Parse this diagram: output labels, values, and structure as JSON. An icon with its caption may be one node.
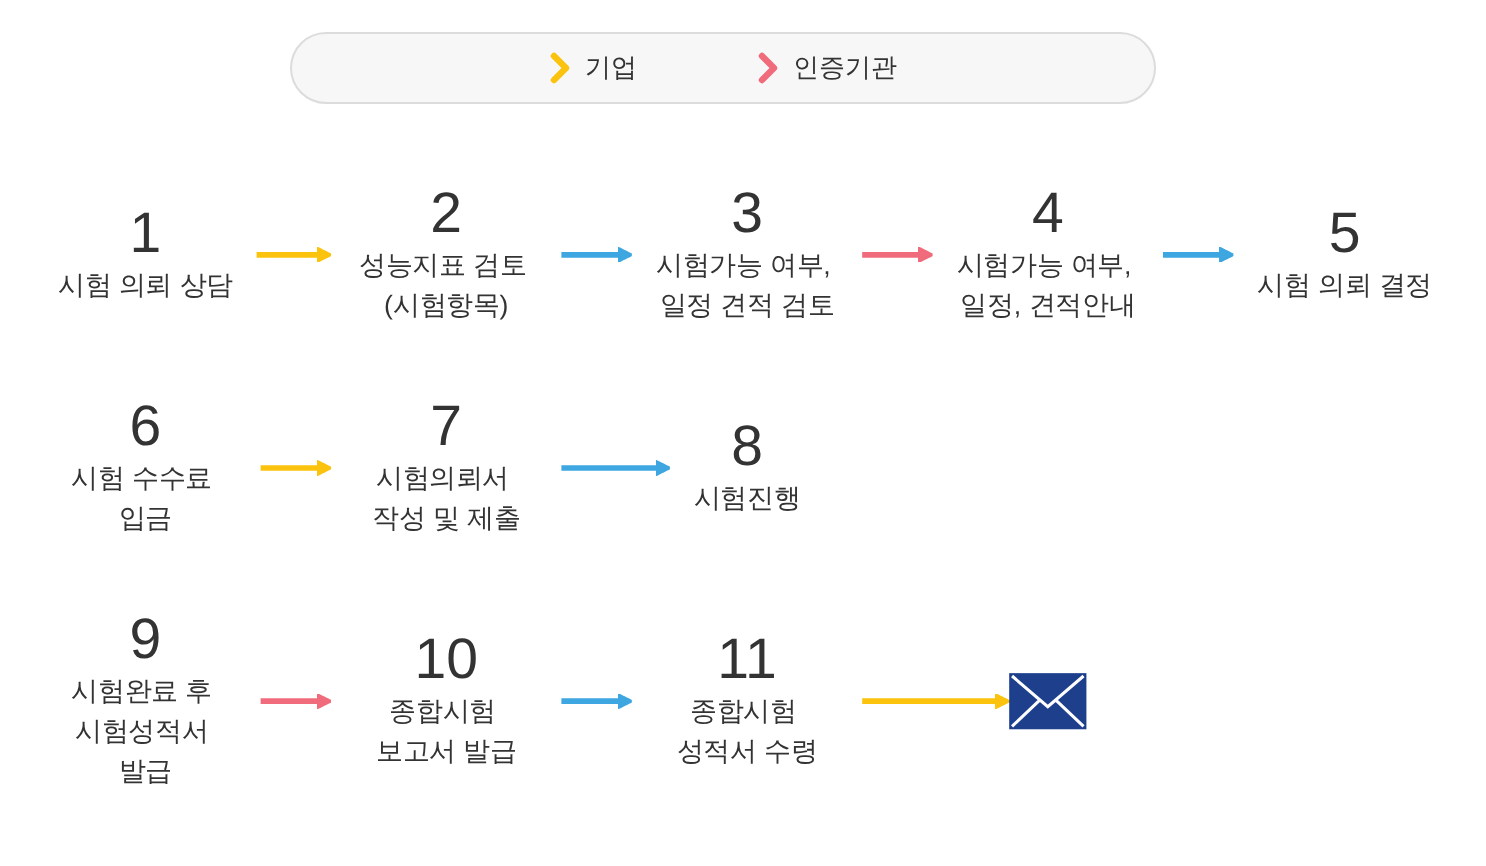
{
  "diagram": {
    "nodes": [
      {
        "text": [
          "1",
          "시험 의뢰 상담"
        ]
      },
      {
        "text": [
          "2",
          "성능지표 검토 (시험항목)"
        ]
      },
      {
        "text": [
          "3",
          "시험가능 여부, 일정 견적 검토"
        ]
      },
      {
        "text": [
          "4",
          "시험가능 여부, 일정, 견적안내"
        ]
      },
      {
        "text": [
          "5",
          "시험 의뢰 결정"
        ]
      },
      {
        "text": [
          "6",
          "시험 수수료 입금"
        ]
      },
      {
        "text": [
          "7",
          "시험의뢰서 작성 및 제출"
        ]
      },
      {
        "text": [
          "8",
          "시험진행"
        ]
      },
      {
        "text": [
          "9",
          "시험완료 후 시험성적서 발급"
        ]
      },
      {
        "text": [
          "10",
          "종합시험 보고서 발급"
        ]
      },
      {
        "text": [
          "11",
          "종합시험 성적서 수령"
        ]
      },
      {
        "text": [],
        "shape": "envelope"
      }
    ],
    "edges": [
      {
        "from": 0,
        "to": 1,
        "arrow": "to",
        "color": "#fbc30d"
      },
      {
        "from": 1,
        "to": 2,
        "arrow": "to"
      },
      {
        "from": 2,
        "to": 3,
        "arrow": "to",
        "color": "#f06b7b"
      },
      {
        "from": 3,
        "to": 4,
        "arrow": "to"
      },
      {
        "from": 5,
        "to": 6,
        "arrow": "to",
        "color": "#fbc30d"
      },
      {
        "from": 6,
        "to": 7,
        "arrow": "to"
      },
      {
        "from": 8,
        "to": 9,
        "arrow": "to",
        "color": "#f06b7b"
      },
      {
        "from": 9,
        "to": 10,
        "arrow": "to"
      },
      {
        "from": 10,
        "to": 11,
        "arrow": "to",
        "color": "#fbc30d"
      }
    ],
    "legend": [
      {
        "text": "기업",
        "color": "#fbc30d"
      },
      {
        "text": "인증기관",
        "color": "#f06b7b"
      }
    ]
  }
}
